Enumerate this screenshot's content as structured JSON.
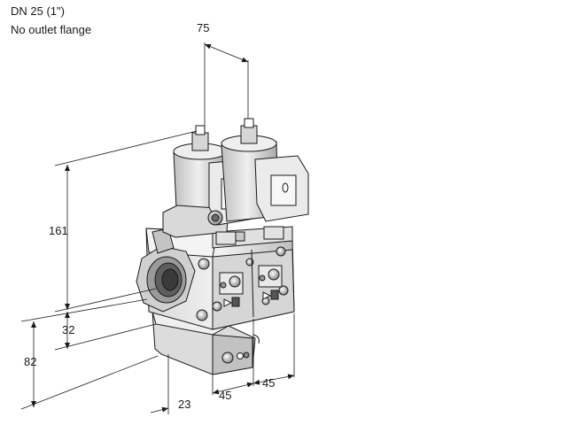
{
  "header": {
    "size_label": "DN 25 (1\")",
    "flange_note": "No outlet flange"
  },
  "dimensions": {
    "top_width": "75",
    "height_total": "161",
    "height_lower": "32",
    "height_base": "82",
    "depth_front": "23",
    "width_module_1": "45",
    "width_module_2": "45"
  },
  "colors": {
    "line": "#1a1a1a",
    "body_light": "#e6e6e6",
    "body_mid": "#c9c9c9",
    "body_dark": "#8a8a8a"
  }
}
